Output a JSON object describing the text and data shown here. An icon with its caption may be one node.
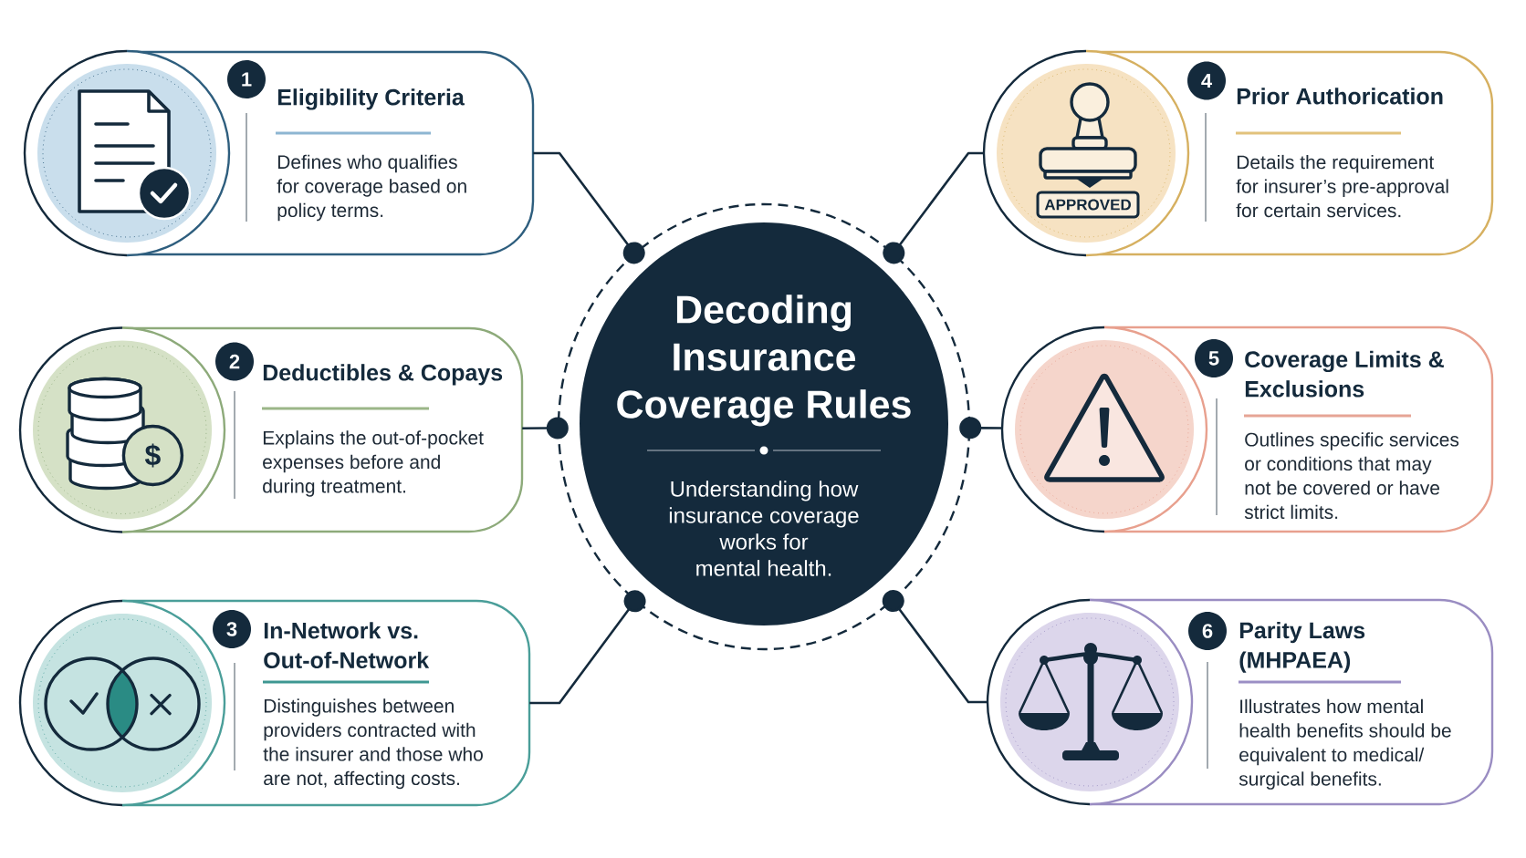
{
  "diagram": {
    "nodes": [
      {
        "text": [
          "Decoding Insurance Coverage Rules",
          "Understanding how insurance coverage works for mental health."
        ]
      },
      {
        "text": [
          "Eligibility Criteria",
          "Defines who qualifies for coverage based on policy terms."
        ]
      },
      {
        "text": [
          "1"
        ],
        "in": 1
      },
      {
        "text": [
          "Deductibles & Copays",
          "Explains the out-of-pocket expenses before and during treatment."
        ]
      },
      {
        "text": [
          "2"
        ],
        "in": 3
      },
      {
        "text": [
          "In-Network vs. Out-of-Network",
          "Distinguishes between providers contracted with the insurer and those who are not, affecting costs."
        ]
      },
      {
        "text": [
          "3"
        ],
        "in": 5
      },
      {
        "text": [
          "Prior Authorication",
          "Details the requirement for insurer’s pre-approval for certain services."
        ]
      },
      {
        "text": [
          "4"
        ],
        "in": 7
      },
      {
        "text": [
          "Coverage Limits & Exclusions",
          "Outlines specific services or conditions that may not be covered or have strict limits."
        ]
      },
      {
        "text": [
          "5"
        ],
        "in": 9
      },
      {
        "text": [
          "Parity Laws (MHPAEA)",
          "Illustrates how mental health benefits should be equivalent to medical/surgical benefits."
        ]
      },
      {
        "text": [
          "6"
        ],
        "in": 11
      }
    ],
    "edges": [
      {
        "from": 0,
        "to": 1,
        "arrow": "other"
      },
      {
        "from": 0,
        "to": 3,
        "arrow": "other"
      },
      {
        "from": 0,
        "to": 5,
        "arrow": "other"
      },
      {
        "from": 0,
        "to": 7,
        "arrow": "other"
      },
      {
        "from": 0,
        "to": 9,
        "arrow": "other"
      },
      {
        "from": 0,
        "to": 11,
        "arrow": "other"
      }
    ],
    "labels": [
      "APPROVED",
      "$"
    ]
  }
}
